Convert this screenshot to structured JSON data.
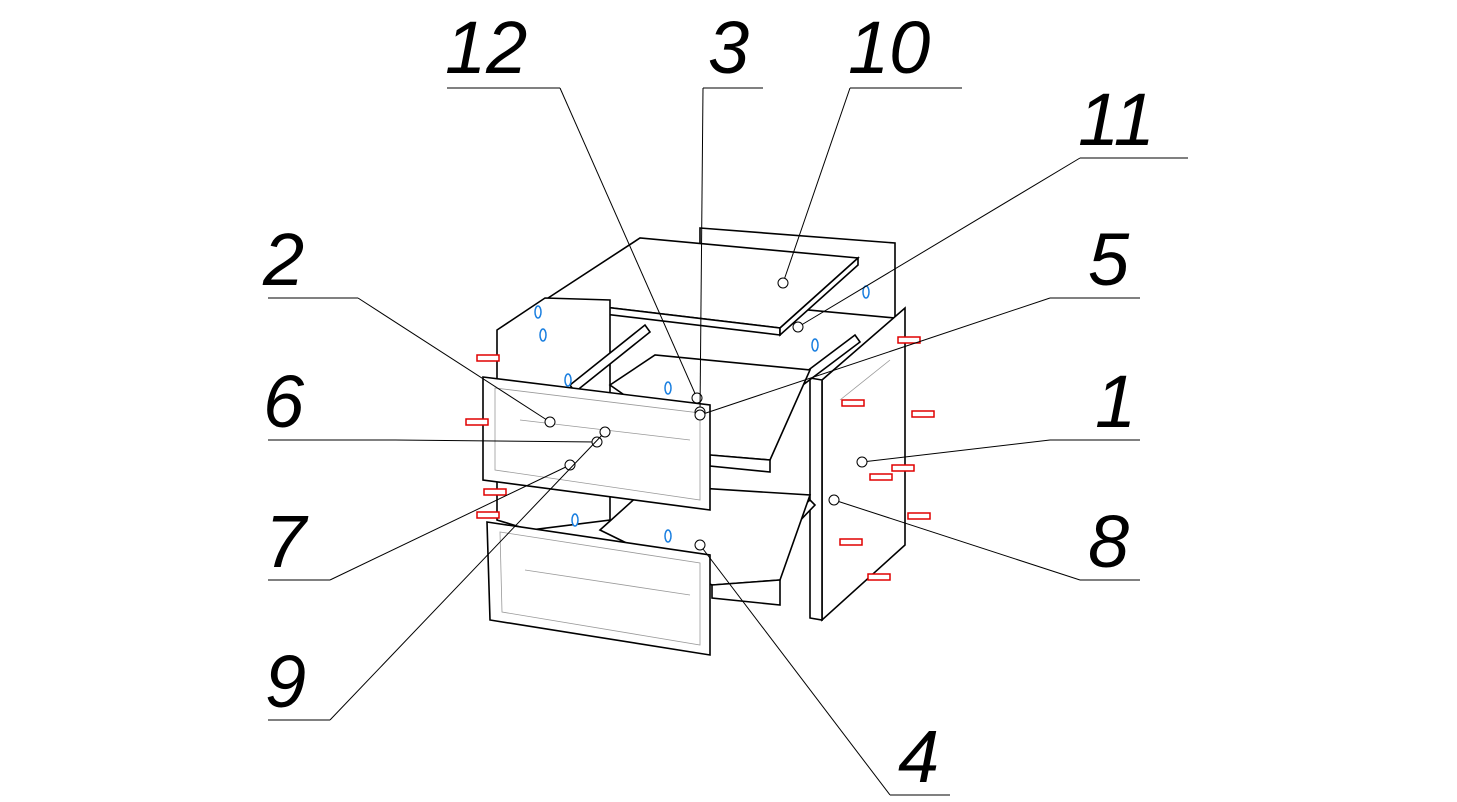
{
  "diagram": {
    "type": "exploded-assembly",
    "callouts": [
      {
        "id": "12",
        "label": "12"
      },
      {
        "id": "3",
        "label": "3"
      },
      {
        "id": "10",
        "label": "10"
      },
      {
        "id": "11",
        "label": "11"
      },
      {
        "id": "2",
        "label": "2"
      },
      {
        "id": "5",
        "label": "5"
      },
      {
        "id": "6",
        "label": "6"
      },
      {
        "id": "1",
        "label": "1"
      },
      {
        "id": "7",
        "label": "7"
      },
      {
        "id": "8",
        "label": "8"
      },
      {
        "id": "9",
        "label": "9"
      },
      {
        "id": "4",
        "label": "4"
      }
    ],
    "colors": {
      "line": "#000000",
      "connector": "#e00000",
      "hinge": "#1a7fe0"
    }
  }
}
